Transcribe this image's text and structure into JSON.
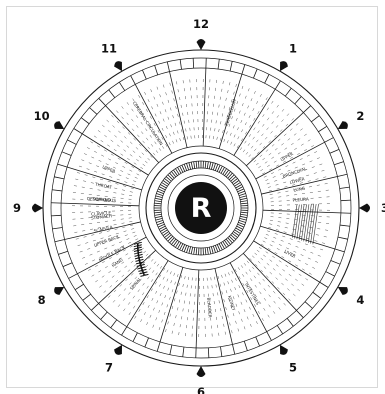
{
  "diagram": {
    "pupil_letter": "R",
    "clock_numbers": [
      "12",
      "1",
      "2",
      "3",
      "4",
      "5",
      "6",
      "7",
      "8",
      "9",
      "10",
      "11"
    ],
    "zone_labels": [
      {
        "text": "LUNG",
        "angle": 80
      },
      {
        "text": "PLEURA",
        "angle": 86
      },
      {
        "text": "BRONCHIAL",
        "angle": 70
      },
      {
        "text": "UPPER",
        "angle": 60
      },
      {
        "text": "LOWER",
        "angle": 75
      },
      {
        "text": "LIVER",
        "angle": 118
      },
      {
        "text": "STOMACH",
        "angle": -96
      },
      {
        "text": "OESOPHAGUS",
        "angle": -86
      },
      {
        "text": "CLAVICLE",
        "angle": -94
      },
      {
        "text": "SCAPULA",
        "angle": -103
      },
      {
        "text": "UPPER BACK",
        "angle": -110
      },
      {
        "text": "MIDDLE BACK",
        "angle": -118
      },
      {
        "text": "UPPER",
        "angle": -68
      },
      {
        "text": "HAND",
        "angle": -124
      },
      {
        "text": "THROAT",
        "angle": -78
      },
      {
        "text": "SPINAL",
        "angle": -140
      },
      {
        "text": "CEREBRAL CIRCULATION",
        "angle": -33
      },
      {
        "text": "CEREBELLUM",
        "angle": 18
      },
      {
        "text": "THYROID",
        "angle": -86
      },
      {
        "text": "KIDNEY",
        "angle": 163
      },
      {
        "text": "BLADDER",
        "angle": 176
      },
      {
        "text": "INTESTINES",
        "angle": 150
      }
    ]
  }
}
